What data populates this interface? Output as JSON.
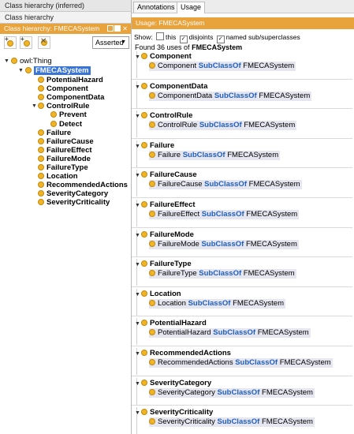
{
  "left_panel": {
    "tab_inferred": "Class hierarchy (inferred)",
    "tab_asserted": "Class hierarchy",
    "header": "Class hierarchy: FMECASystem",
    "header_icons": [
      "window-icon",
      "dock-icon",
      "close-icon"
    ],
    "toolbar": {
      "buttons": [
        "add-subclass-icon",
        "add-sibling-icon",
        "delete-class-icon"
      ],
      "dropdown_value": "Asserted"
    },
    "tree": {
      "root": "owl:Thing",
      "selected": "FMECASystem",
      "children": [
        "PotentialHazard",
        "Component",
        "ComponentData",
        "ControlRule",
        "Prevent",
        "Detect",
        "Failure",
        "FailureCause",
        "FailureEffect",
        "FailureMode",
        "FailureType",
        "Location",
        "RecommendedActions",
        "SeverityCategory",
        "SeverityCriticality"
      ]
    }
  },
  "right_panel": {
    "tabs": [
      "Annotations",
      "Usage"
    ],
    "active_tab": "Usage",
    "header": "Usage: FMECASystem",
    "show_label": "Show:",
    "options": [
      {
        "label": "this",
        "checked": false
      },
      {
        "label": "disjoints",
        "checked": true
      },
      {
        "label": "named sub/superclasses",
        "checked": true
      }
    ],
    "found_prefix": "Found 36 uses of",
    "found_subject": "FMECASystem",
    "keyword": "SubClassOf",
    "target": "FMECASystem",
    "entries": [
      "Component",
      "ComponentData",
      "ControlRule",
      "Failure",
      "FailureCause",
      "FailureEffect",
      "FailureMode",
      "FailureType",
      "Location",
      "PotentialHazard",
      "RecommendedActions",
      "SeverityCategory",
      "SeverityCriticality"
    ]
  }
}
